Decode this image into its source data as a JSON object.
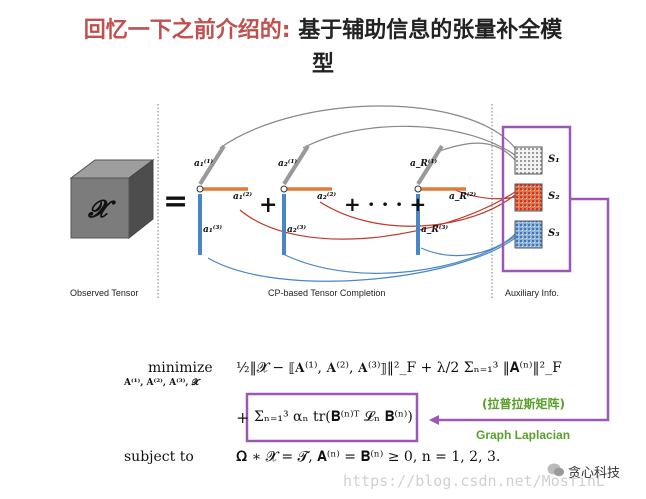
{
  "title": {
    "part1": "回忆一下之前介绍的:",
    "part2": "基于辅助信息的张量补全模",
    "part2_cont": "型"
  },
  "diagram": {
    "tensor_symbol": "𝓧",
    "equals": "=",
    "plus": "+",
    "ellipsis": "+ · · · +",
    "labels": {
      "observed": "Observed Tensor",
      "cp": "CP-based Tensor Completion",
      "aux": "Auxiliary Info."
    },
    "factor_labels": {
      "a11": "a₁⁽¹⁾",
      "a12": "a₁⁽²⁾",
      "a13": "a₁⁽³⁾",
      "a21": "a₂⁽¹⁾",
      "a22": "a₂⁽²⁾",
      "a23": "a₂⁽³⁾",
      "aR1": "a_R⁽¹⁾",
      "aR2": "a_R⁽²⁾",
      "aR3": "a_R⁽³⁾"
    },
    "aux_labels": [
      "S₁",
      "S₂",
      "S₃"
    ],
    "colors": {
      "gray": "#888888",
      "orange": "#e07b39",
      "blue": "#4a86c5",
      "purple": "#9b59b6",
      "red": "#c0392b",
      "green": "#5aa02c"
    }
  },
  "formula": {
    "minimize": "minimize",
    "vars": "𝐀⁽¹⁾, 𝐀⁽²⁾, 𝐀⁽³⁾, 𝓧",
    "term1": "½‖𝓧 − ⟦𝐀⁽¹⁾, 𝐀⁽²⁾, 𝐀⁽³⁾⟧‖²_F + λ/2 Σₙ₌₁³ ‖𝐀⁽ⁿ⁾‖²_F",
    "term2_prefix": "+",
    "term2": "Σₙ₌₁³ αₙ tr(𝐁⁽ⁿ⁾ᵀ 𝓛ₙ 𝐁⁽ⁿ⁾)",
    "subject_to": "subject to",
    "constraint": "𝛀 ∗ 𝓧 = 𝓣, 𝐀⁽ⁿ⁾ = 𝐁⁽ⁿ⁾ ≥ 0, n = 1, 2, 3."
  },
  "annotation": {
    "chinese": "(拉普拉斯矩阵)",
    "english": "Graph Laplacian"
  },
  "watermark": "https://blog.csdn.net/MosfinL",
  "logo_text": "贪心科技"
}
